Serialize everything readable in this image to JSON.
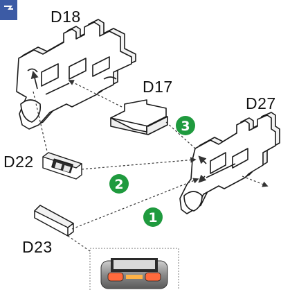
{
  "colors": {
    "badge": "#3c5ba5",
    "step": "#1f9a3e",
    "outline": "#1a1a1a",
    "part_fill": "#ffffff",
    "dashed_line": "#333333",
    "detail_light": "#ff6a3d",
    "detail_body": "#6a6a6a"
  },
  "parts": {
    "d18": "D18",
    "d17": "D17",
    "d27": "D27",
    "d22": "D22",
    "d23": "D23"
  },
  "steps": [
    "1",
    "2",
    "3"
  ],
  "icons": {
    "corner_badge": "corner-badge-icon",
    "detail_inset": "connector-detail-inset"
  }
}
